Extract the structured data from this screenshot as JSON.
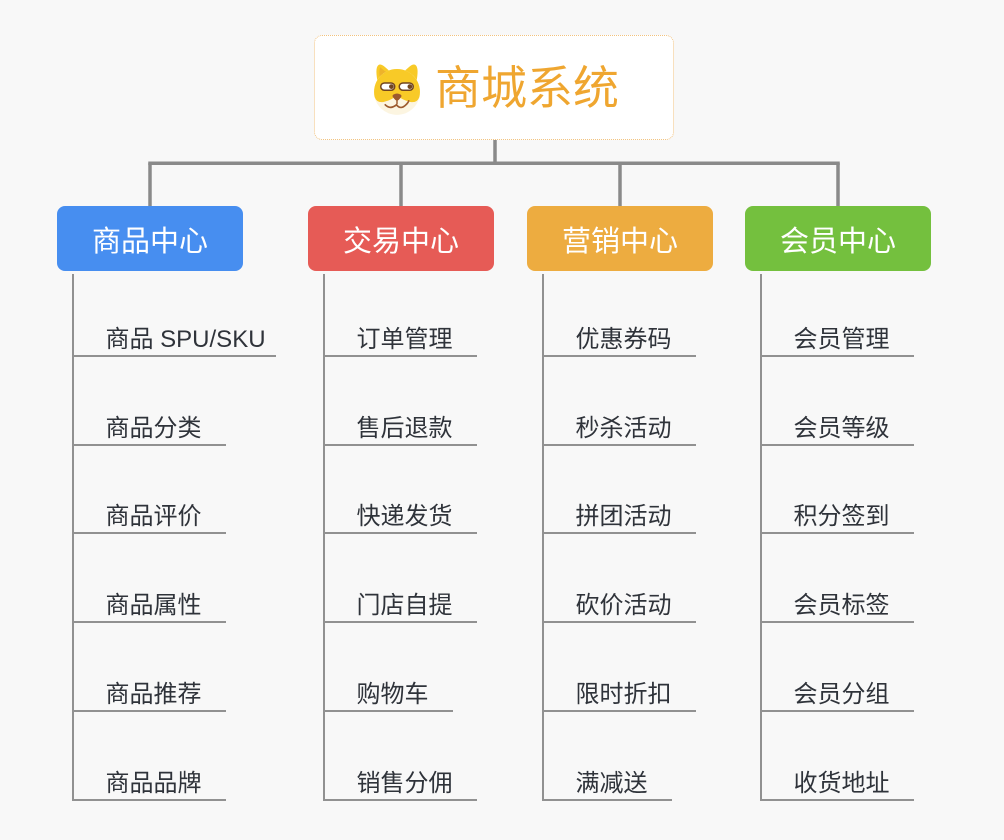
{
  "canvas": {
    "background": "#f8f8f8",
    "connector_color": "#8a8a8a",
    "leaf_line_color": "#919191",
    "leaf_text_color": "#2f333a"
  },
  "root": {
    "title": "商城系统",
    "icon": "dog-face-icon",
    "title_color": "#efa630",
    "border_color": "#f2c27e",
    "background": "#ffffff"
  },
  "branches": [
    {
      "label": "商品中心",
      "color": "#478ef0",
      "label_color": "#ffffff",
      "children": [
        "商品 SPU/SKU",
        "商品分类",
        "商品评价",
        "商品属性",
        "商品推荐",
        "商品品牌"
      ]
    },
    {
      "label": "交易中心",
      "color": "#e65b56",
      "label_color": "#ffffff",
      "children": [
        "订单管理",
        "售后退款",
        "快递发货",
        "门店自提",
        "购物车",
        "销售分佣"
      ]
    },
    {
      "label": "营销中心",
      "color": "#edac40",
      "label_color": "#ffffff",
      "children": [
        "优惠券码",
        "秒杀活动",
        "拼团活动",
        "砍价活动",
        "限时折扣",
        "满减送"
      ]
    },
    {
      "label": "会员中心",
      "color": "#74c03e",
      "label_color": "#ffffff",
      "children": [
        "会员管理",
        "会员等级",
        "积分签到",
        "会员标签",
        "会员分组",
        "收货地址"
      ]
    }
  ]
}
